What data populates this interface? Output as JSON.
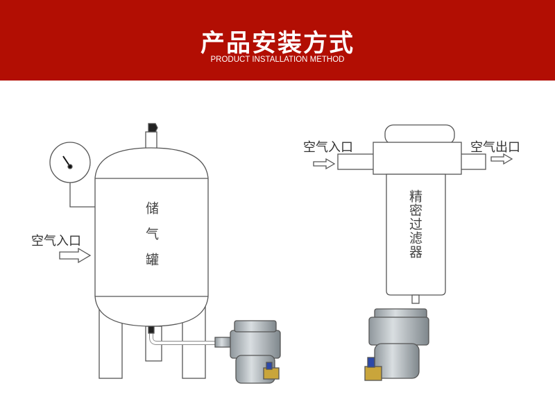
{
  "header": {
    "title": "产品安装方式",
    "subtitle": "PRODUCT INSTALLATION METHOD"
  },
  "left_diagram": {
    "inlet_label": "空气入口",
    "tank_label": "储气罐"
  },
  "right_diagram": {
    "inlet_label": "空气入口",
    "outlet_label": "空气出口",
    "filter_label": "精密过滤器"
  }
}
